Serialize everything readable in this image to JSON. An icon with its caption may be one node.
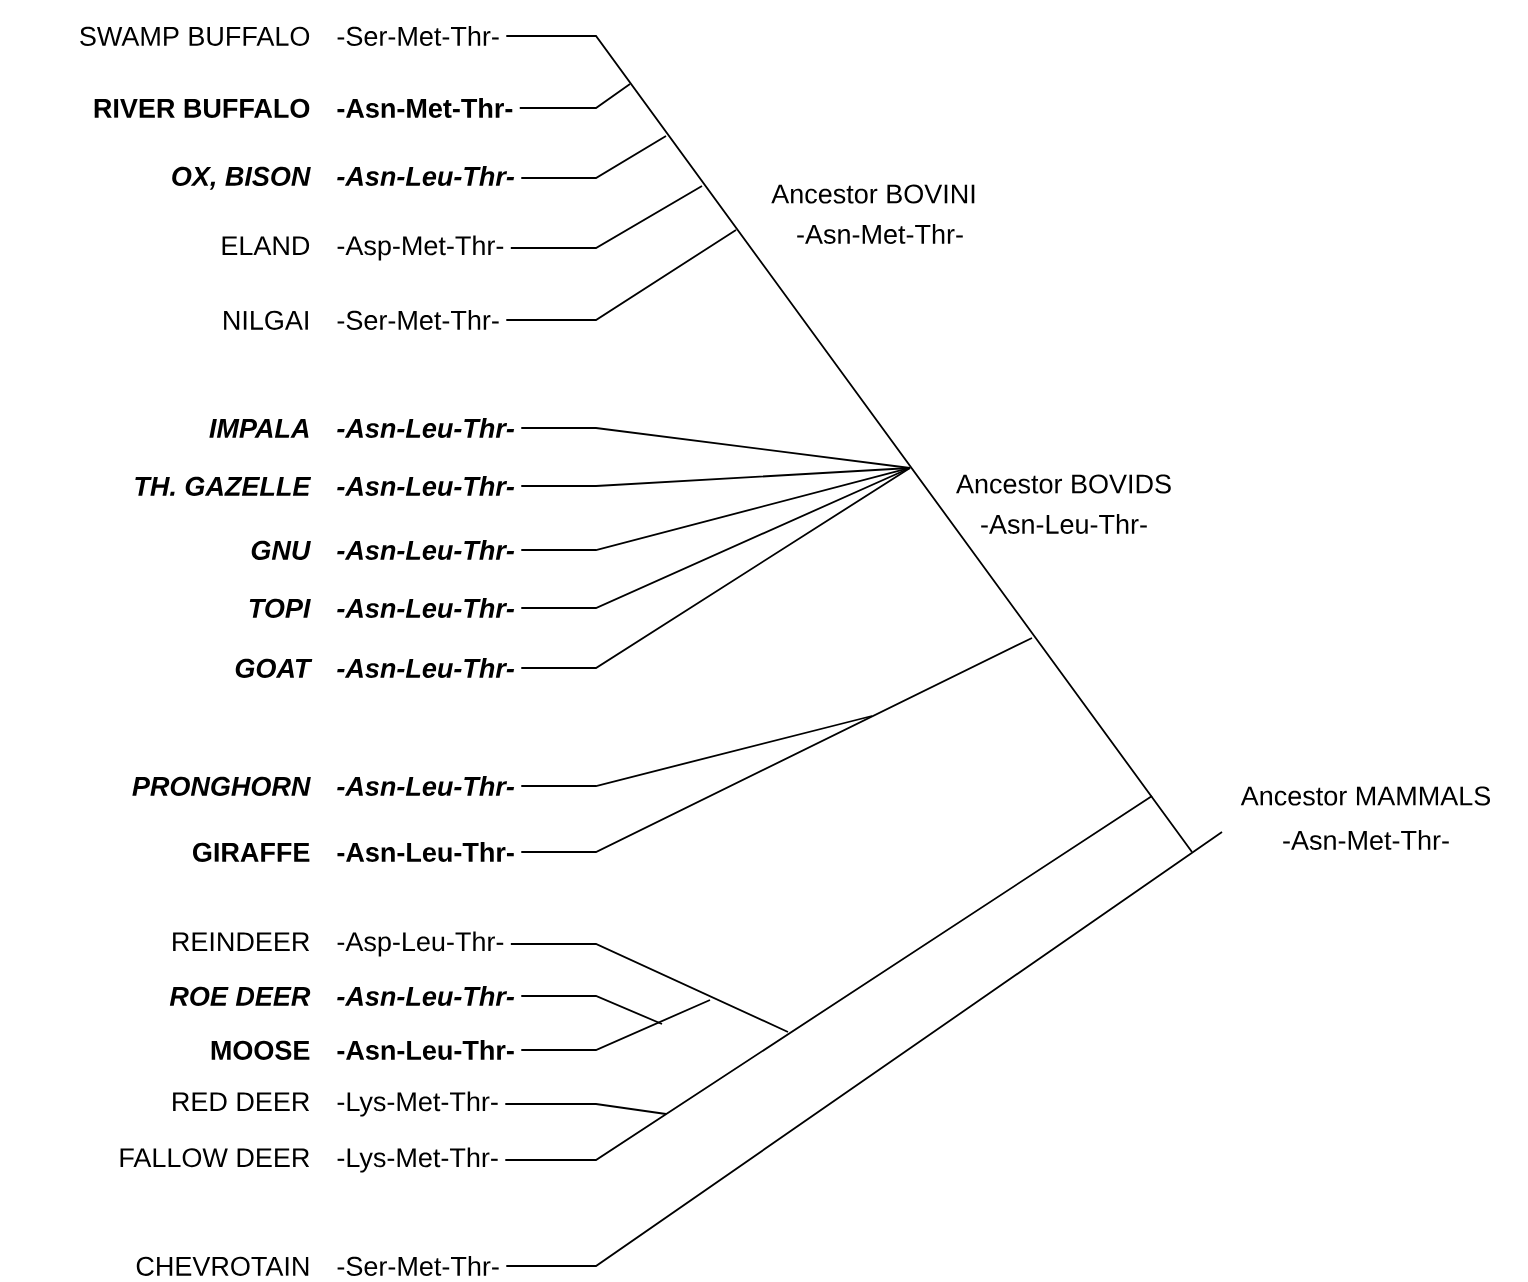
{
  "diagram": {
    "nodes": [
      {
        "text": [
          "SWAMP BUFFALO",
          "-Ser-Met-Thr-"
        ]
      },
      {
        "text": [
          "RIVER BUFFALO",
          "-Asn-Met-Thr-"
        ]
      },
      {
        "text": [
          "OX, BISON",
          "-Asn-Leu-Thr-"
        ]
      },
      {
        "text": [
          "ELAND",
          "-Asp-Met-Thr-"
        ]
      },
      {
        "text": [
          "NILGAI",
          "-Ser-Met-Thr-"
        ]
      },
      {
        "text": [
          "IMPALA",
          "-Asn-Leu-Thr-"
        ]
      },
      {
        "text": [
          "TH. GAZELLE",
          "-Asn-Leu-Thr-"
        ]
      },
      {
        "text": [
          "GNU",
          "-Asn-Leu-Thr-"
        ]
      },
      {
        "text": [
          "TOPI",
          "-Asn-Leu-Thr-"
        ]
      },
      {
        "text": [
          "GOAT",
          "-Asn-Leu-Thr-"
        ]
      },
      {
        "text": [
          "PRONGHORN",
          "-Asn-Leu-Thr-"
        ]
      },
      {
        "text": [
          "GIRAFFE",
          "-Asn-Leu-Thr-"
        ]
      },
      {
        "text": [
          "REINDEER",
          "-Asp-Leu-Thr-"
        ]
      },
      {
        "text": [
          "ROE DEER",
          "-Asn-Leu-Thr-"
        ]
      },
      {
        "text": [
          "MOOSE",
          "-Asn-Leu-Thr-"
        ]
      },
      {
        "text": [
          "RED DEER",
          "-Lys-Met-Thr-"
        ]
      },
      {
        "text": [
          "FALLOW DEER",
          "-Lys-Met-Thr-"
        ]
      },
      {
        "text": [
          "CHEVROTAIN",
          "-Ser-Met-Thr-"
        ]
      }
    ],
    "edges": [
      {
        "from": 0,
        "to": null,
        "arrow": "none"
      },
      {
        "from": 1,
        "to": null,
        "arrow": "none"
      },
      {
        "from": 2,
        "to": null,
        "arrow": "none"
      },
      {
        "from": 3,
        "to": null,
        "arrow": "none"
      },
      {
        "from": 4,
        "to": null,
        "arrow": "none"
      },
      {
        "from": 5,
        "to": null,
        "arrow": "none"
      },
      {
        "from": 6,
        "to": null,
        "arrow": "none"
      },
      {
        "from": 7,
        "to": null,
        "arrow": "none"
      },
      {
        "from": 8,
        "to": null,
        "arrow": "none"
      },
      {
        "from": 9,
        "to": null,
        "arrow": "none"
      },
      {
        "from": 10,
        "to": null,
        "arrow": "none"
      },
      {
        "from": 11,
        "to": null,
        "arrow": "none"
      },
      {
        "from": 12,
        "to": null,
        "arrow": "none"
      },
      {
        "from": 13,
        "to": null,
        "arrow": "none"
      },
      {
        "from": 14,
        "to": null,
        "arrow": "none"
      },
      {
        "from": 15,
        "to": null,
        "arrow": "none"
      },
      {
        "from": 16,
        "to": null,
        "arrow": "none"
      },
      {
        "from": 17,
        "to": null,
        "arrow": "none"
      }
    ],
    "labels": [
      "Ancestor BOVINI",
      "-Asn-Met-Thr-",
      "Ancestor BOVIDS",
      "-Asn-Leu-Thr-",
      "Ancestor MAMMALS",
      "-Asn-Met-Thr-"
    ]
  }
}
